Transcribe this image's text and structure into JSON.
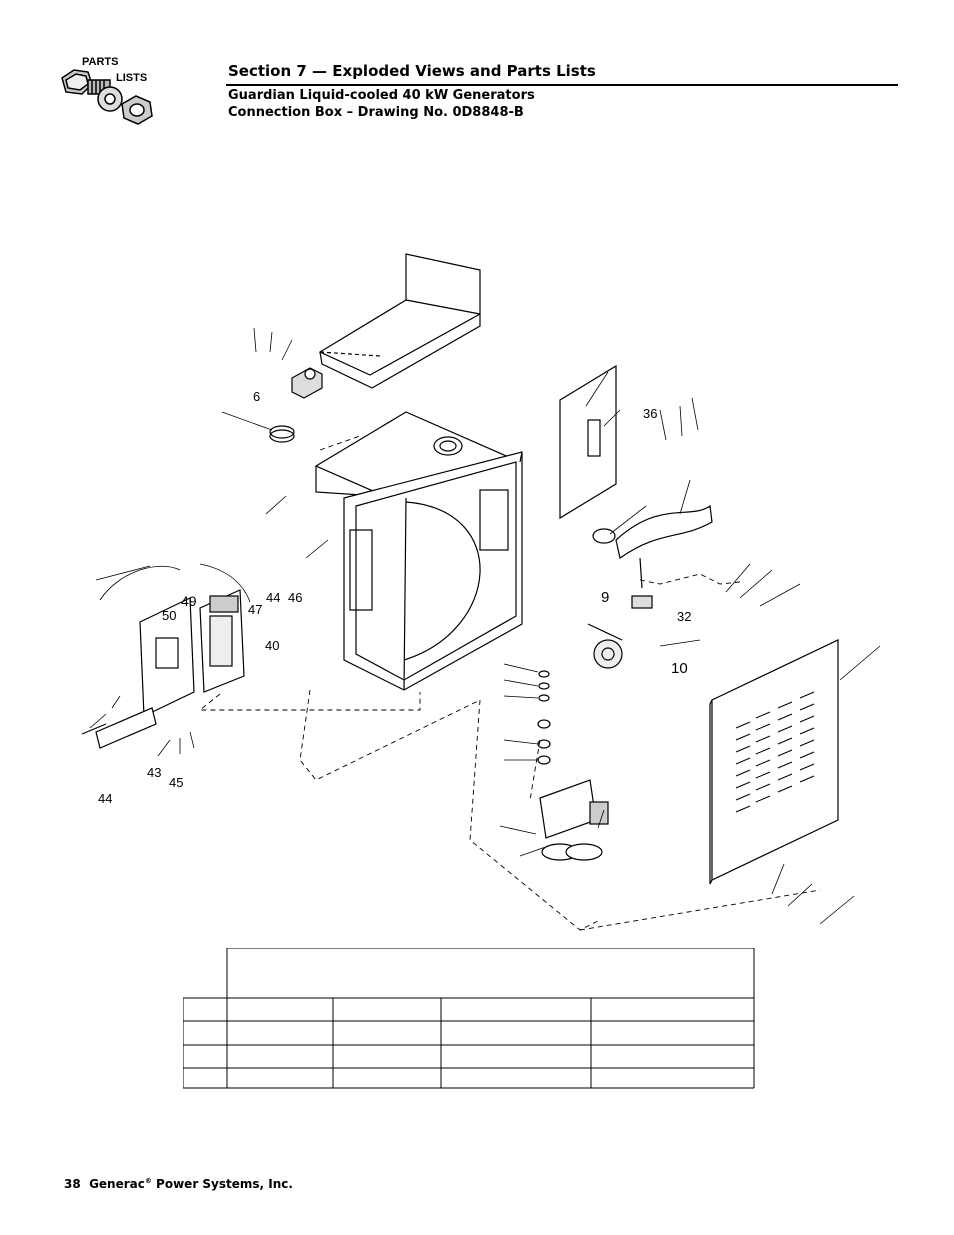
{
  "logo": {
    "line1": "PARTS",
    "line2": "LISTS"
  },
  "header": {
    "section_title": "Section 7 — Exploded Views and Parts Lists",
    "subtitle_line1": "Guardian Liquid-cooled 40 kW Generators",
    "subtitle_line2": "Connection Box – Drawing No. 0D8848-B"
  },
  "callouts": {
    "c6": "6",
    "c9": "9",
    "c10": "10",
    "c32": "32",
    "c36": "36",
    "c40": "40",
    "c43": "43",
    "c44a": "44",
    "c44b": "44",
    "c45": "45",
    "c46": "46",
    "c47": "47",
    "c49": "49",
    "c50": "50"
  },
  "footer": {
    "page_number": "38",
    "company": "Generac",
    "reg": "®",
    "company_rest": " Power Systems, Inc."
  }
}
